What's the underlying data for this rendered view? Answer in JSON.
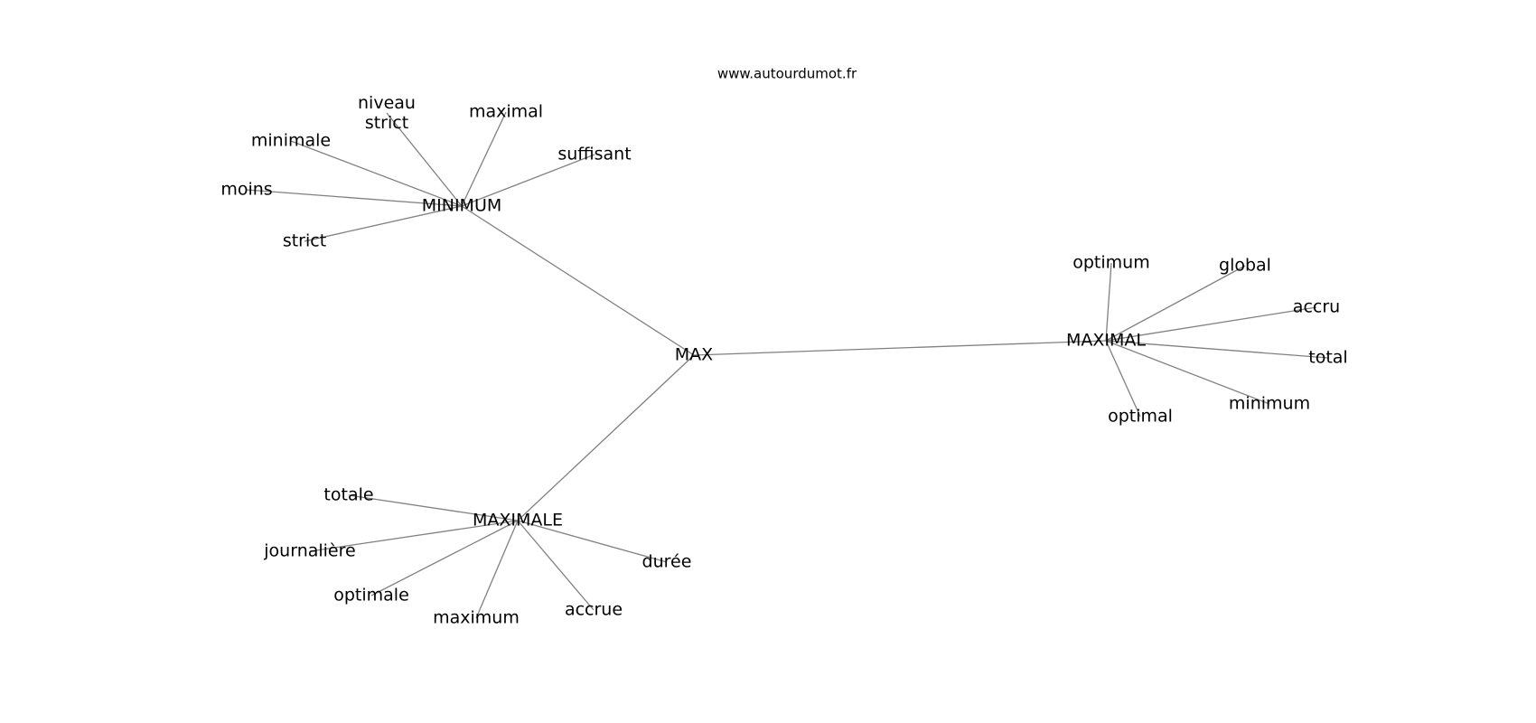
{
  "watermark": "www.autourdumot.fr",
  "graph": {
    "center": "MAX",
    "hubs": [
      {
        "label": "MINIMUM",
        "neighbors": [
          "minimale",
          "niveau strict",
          "maximal",
          "suffisant",
          "moins",
          "strict"
        ]
      },
      {
        "label": "MAXIMAL",
        "neighbors": [
          "optimum",
          "global",
          "accru",
          "total",
          "minimum",
          "optimal"
        ]
      },
      {
        "label": "MAXIMALE",
        "neighbors": [
          "totale",
          "journalière",
          "optimale",
          "maximum",
          "accrue",
          "durée"
        ]
      }
    ]
  }
}
